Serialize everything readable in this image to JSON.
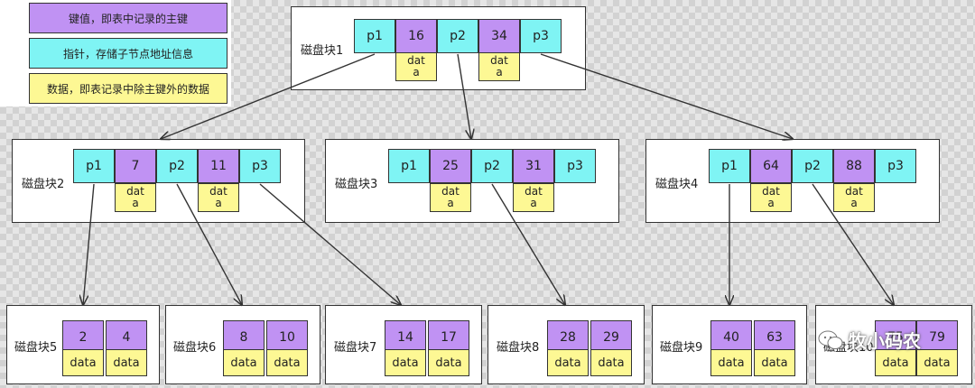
{
  "legend": [
    {
      "text": "键值，即表中记录的主键",
      "color": "#c092f3"
    },
    {
      "text": "指针，存储子节点地址信息",
      "color": "#7ff4f4"
    },
    {
      "text": "数据，即表记录中除主键外的数据",
      "color": "#fdf894"
    }
  ],
  "colors": {
    "pointer": "#7ff4f4",
    "key": "#c092f3",
    "data": "#fdf894"
  },
  "root": {
    "label": "磁盘块1",
    "pointers": [
      "p1",
      "p2",
      "p3"
    ],
    "keys": [
      "16",
      "34"
    ],
    "data": "dat\na"
  },
  "internal": [
    {
      "label": "磁盘块2",
      "pointers": [
        "p1",
        "p2",
        "p3"
      ],
      "keys": [
        "7",
        "11"
      ],
      "data": "dat\na"
    },
    {
      "label": "磁盘块3",
      "pointers": [
        "p1",
        "p2",
        "p3"
      ],
      "keys": [
        "25",
        "31"
      ],
      "data": "dat\na"
    },
    {
      "label": "磁盘块4",
      "pointers": [
        "p1",
        "p2",
        "p3"
      ],
      "keys": [
        "64",
        "88"
      ],
      "data": "dat\na"
    }
  ],
  "leaves": [
    {
      "label": "磁盘块5",
      "keys": [
        "2",
        "4"
      ],
      "data": "data"
    },
    {
      "label": "磁盘块6",
      "keys": [
        "8",
        "10"
      ],
      "data": "data"
    },
    {
      "label": "磁盘块7",
      "keys": [
        "14",
        "17"
      ],
      "data": "data"
    },
    {
      "label": "磁盘块8",
      "keys": [
        "28",
        "29"
      ],
      "data": "data"
    },
    {
      "label": "磁盘块9",
      "keys": [
        "40",
        "63"
      ],
      "data": "data"
    },
    {
      "label": "磁盘块10",
      "keys": [
        "75",
        "79"
      ],
      "data": "data"
    }
  ],
  "watermark": "牧小码农"
}
